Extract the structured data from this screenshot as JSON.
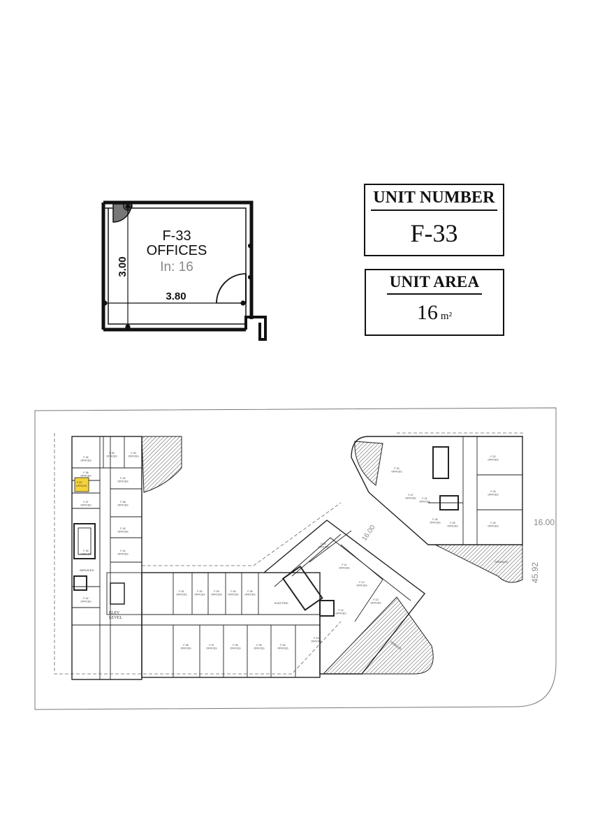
{
  "unit_plan": {
    "code": "F-33",
    "use": "OFFICES",
    "interior": "In: 16",
    "dim_width": "3.80",
    "dim_depth": "3.00"
  },
  "unit_number": {
    "title": "UNIT NUMBER",
    "value": "F-33"
  },
  "unit_area": {
    "title": "UNIT AREA",
    "value": "16",
    "unit": "m²"
  },
  "floor_plan": {
    "highlight_color": "#f5d33a",
    "site_dim_top": "16.00",
    "site_dim_side": "45.92",
    "diag_dim": "16.00",
    "elev_label": "ELEV",
    "level_label": "LEVEL",
    "services_label": "SERVICES",
    "electric_label": "ELECTRIC",
    "terrace_label": "TERRACE",
    "office_label": "OFFICES",
    "left_units": [
      "F-34",
      "F-35",
      "F-33",
      "F-36",
      "F-32",
      "F-37",
      "F-38",
      "F-39",
      "F-40",
      "F-41",
      "F-42"
    ],
    "corridor_top_units": [
      "F-01",
      "F-02",
      "F-03",
      "F-04",
      "F-05"
    ],
    "corridor_bottom_units": [
      "F-08",
      "F-07",
      "F-06",
      "F-05",
      "F-04"
    ],
    "right_units": [
      "F-20",
      "F-21",
      "F-22",
      "F-23",
      "F-24",
      "F-25",
      "F-26",
      "F-27"
    ],
    "diag_units": [
      "F-10",
      "F-11",
      "F-12",
      "F-13",
      "F-14",
      "F-15"
    ]
  }
}
